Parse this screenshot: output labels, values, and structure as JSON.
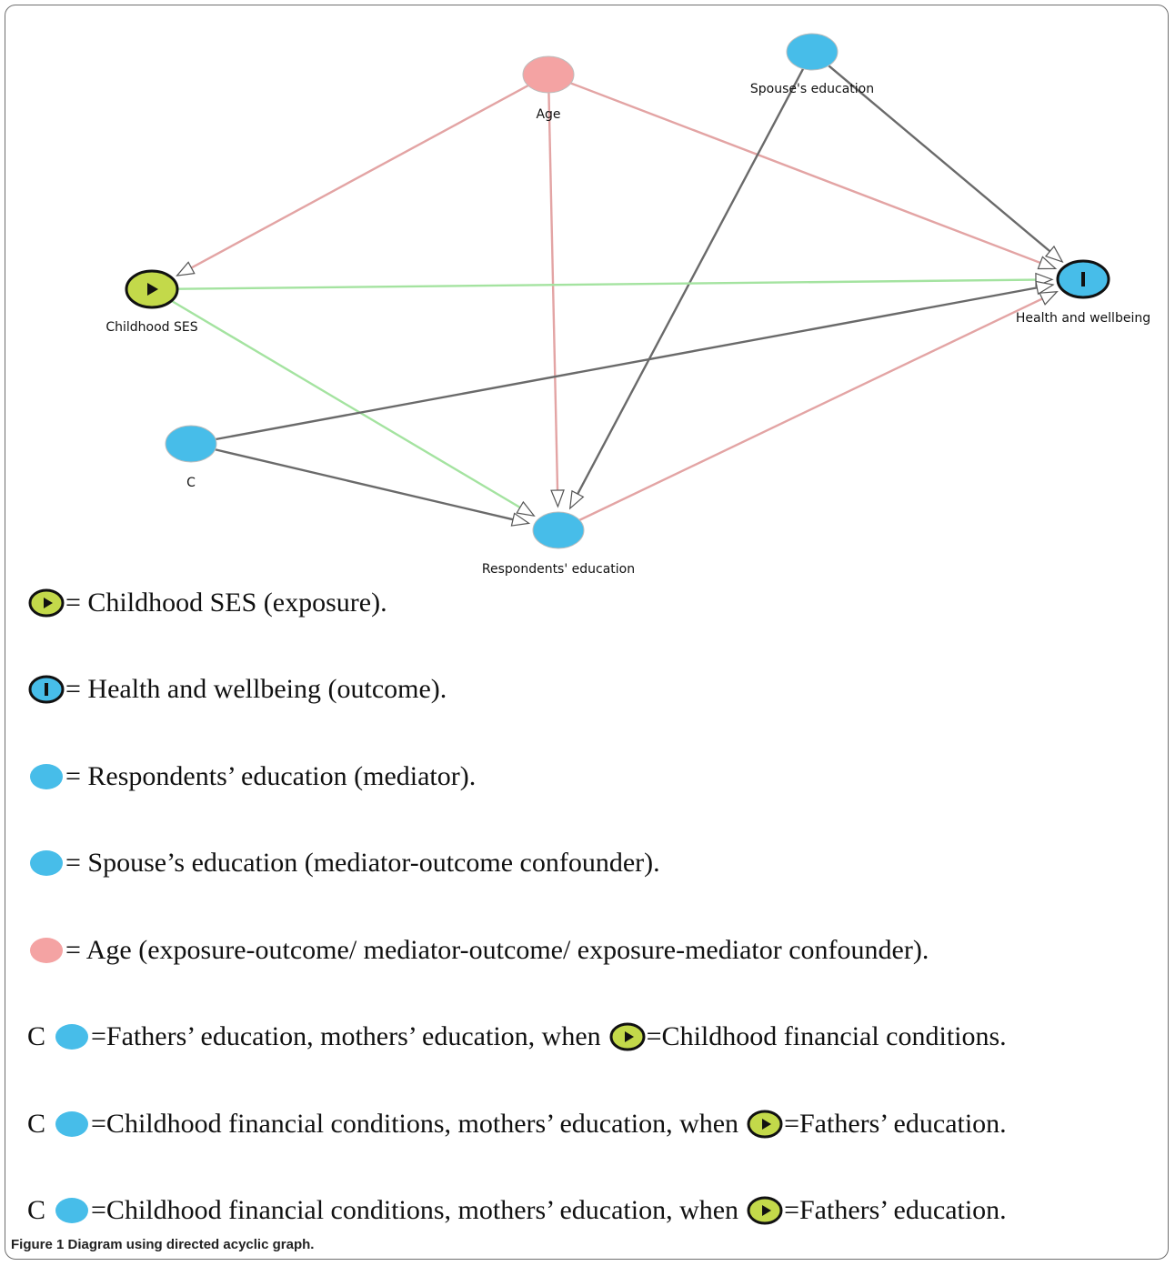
{
  "nodes": {
    "age": {
      "label": "Age",
      "color": "#f4a3a3"
    },
    "spouse": {
      "label": "Spouse's education",
      "color": "#47bde9"
    },
    "childhood": {
      "label": "Childhood SES",
      "color": "#c3d94a"
    },
    "health": {
      "label": "Health and wellbeing",
      "color": "#47bde9"
    },
    "c": {
      "label": "C",
      "color": "#47bde9"
    },
    "respondents": {
      "label": "Respondents' education",
      "color": "#47bde9"
    }
  },
  "edge_colors": {
    "confounder_age": "#e3a4a4",
    "causal_path": "#a4e3a0",
    "other": "#6a6a6a"
  },
  "edges": [
    {
      "from": "age",
      "to": "childhood",
      "kind": "confounder_age"
    },
    {
      "from": "age",
      "to": "respondents",
      "kind": "confounder_age"
    },
    {
      "from": "age",
      "to": "health",
      "kind": "confounder_age"
    },
    {
      "from": "spouse",
      "to": "respondents",
      "kind": "other"
    },
    {
      "from": "spouse",
      "to": "health",
      "kind": "other"
    },
    {
      "from": "childhood",
      "to": "health",
      "kind": "causal_path"
    },
    {
      "from": "childhood",
      "to": "respondents",
      "kind": "causal_path"
    },
    {
      "from": "c",
      "to": "health",
      "kind": "other"
    },
    {
      "from": "c",
      "to": "respondents",
      "kind": "other"
    },
    {
      "from": "respondents",
      "to": "health",
      "kind": "confounder_age"
    }
  ],
  "legend": [
    {
      "prefix": "",
      "swatch": "exposure",
      "text": "= Childhood SES (exposure)."
    },
    {
      "prefix": "",
      "swatch": "outcome",
      "text": "= Health and wellbeing (outcome)."
    },
    {
      "prefix": "",
      "swatch": "blue",
      "text": "= Respondents’ education (mediator)."
    },
    {
      "prefix": "",
      "swatch": "blue",
      "text": "= Spouse’s education (mediator-outcome confounder)."
    },
    {
      "prefix": "",
      "swatch": "pink",
      "text": "= Age (exposure-outcome/ mediator-outcome/ exposure-mediator confounder)."
    },
    {
      "prefix": "C",
      "swatch": "blue",
      "text": "=Fathers’ education, mothers’ education, when",
      "swatch2": "exposure",
      "text2": "=Childhood financial conditions."
    },
    {
      "prefix": "C",
      "swatch": "blue",
      "text": "=Childhood financial conditions, mothers’ education, when",
      "swatch2": "exposure",
      "text2": "=Fathers’ education."
    },
    {
      "prefix": "C",
      "swatch": "blue",
      "text": "=Childhood financial conditions, mothers’ education, when",
      "swatch2": "exposure",
      "text2": "=Fathers’ education."
    }
  ],
  "caption": "Figure 1 Diagram using directed acyclic graph."
}
